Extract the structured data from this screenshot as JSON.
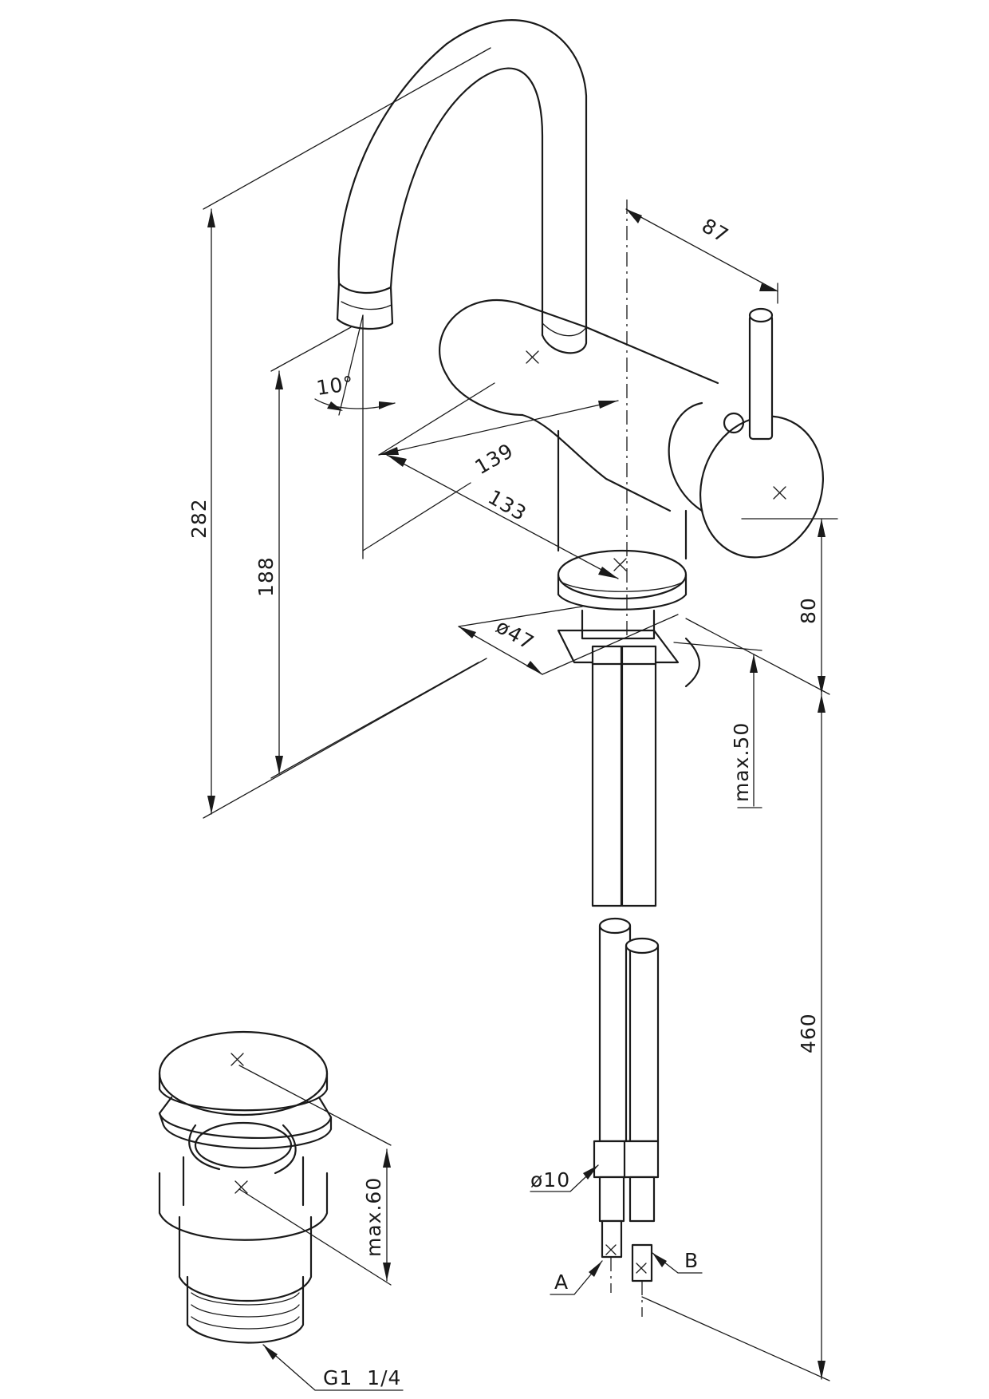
{
  "drawing": {
    "dimensions": {
      "height_total": "282",
      "height_spout": "188",
      "spout_angle": "10°",
      "reach_139": "139",
      "reach_133": "133",
      "handle_87": "87",
      "body_height_80": "80",
      "base_diameter": "ø47",
      "deck_thickness": "max.50",
      "hose_length": "460",
      "hose_diameter": "ø10",
      "waste_max": "max.60",
      "waste_thread": "G1  1/4"
    },
    "callouts": {
      "inlet_a": "A",
      "inlet_b": "B"
    }
  }
}
